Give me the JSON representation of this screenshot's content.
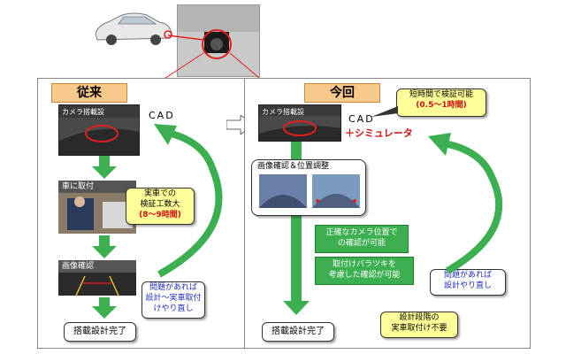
{
  "left": {
    "tab": "従来",
    "camera_label": "カメラ搭載設",
    "cad": "CAD",
    "step_mount": "車に取付",
    "step_image": "画像確認",
    "callout_line1": "実車での",
    "callout_line2": "検証工数大",
    "callout_line3": "(8～9時間)",
    "note_line1": "問題があれば",
    "note_line2": "設計～実車取付",
    "note_line3": "けやり直し",
    "done": "搭載設計完了"
  },
  "right": {
    "tab": "今回",
    "camera_label": "カメラ搭載設",
    "cad": "CAD",
    "sim": "＋シミュレータ",
    "callout_line1": "短時間で検証可能",
    "callout_line2": "(0.5～1時間)",
    "image_title": "画像確認＆位置調整",
    "green1_line1": "正確なカメラ位置で",
    "green1_line2": "の確認が可能",
    "green2_line1": "取付けバラツキを",
    "green2_line2": "考慮した確認が可能",
    "note_line1": "問題があれば",
    "note_line2": "設計やり直し",
    "note2_line1": "設計段階の",
    "note2_line2": "実車取付け不要",
    "done": "搭載設計完了"
  },
  "colors": {
    "arrow_green": "#3caf50",
    "red_line": "#e02020",
    "tab_bg": "#f7c98a"
  }
}
